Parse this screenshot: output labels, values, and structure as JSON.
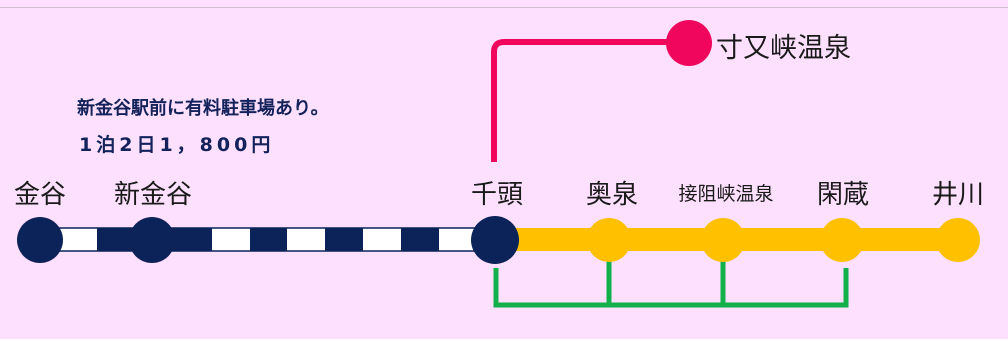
{
  "notes": {
    "parking": "新金谷駅前に有料駐車場あり。",
    "stay": "1泊2日1，800円"
  },
  "stations": {
    "kanaya": "金谷",
    "shinkanaya": "新金谷",
    "senzu": "千頭",
    "okuizumi": "奥泉",
    "sessokyo": "接阻峡温泉",
    "sakashima": "閑蔵",
    "ikawa": "井川"
  },
  "branch": {
    "sumatakyo": "寸又峡温泉"
  },
  "colors": {
    "background": "#fde0fd",
    "main_line": "#0c2359",
    "ikawa_line": "#ffc000",
    "branch_line": "#f0065d",
    "connector_line": "#11b04a"
  }
}
